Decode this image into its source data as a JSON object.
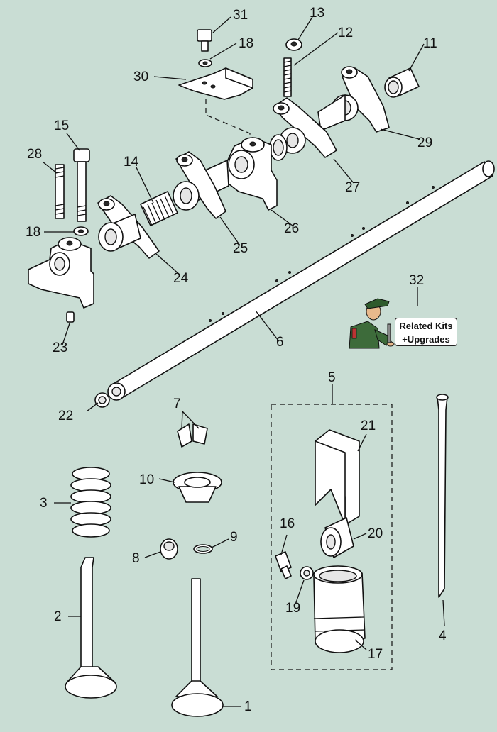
{
  "callouts": {
    "c1": "1",
    "c2": "2",
    "c3": "3",
    "c4": "4",
    "c5": "5",
    "c6": "6",
    "c7": "7",
    "c8": "8",
    "c9": "9",
    "c10": "10",
    "c11": "11",
    "c12": "12",
    "c13": "13",
    "c14": "14",
    "c15": "15",
    "c16": "16",
    "c17": "17",
    "c18a": "18",
    "c18b": "18",
    "c19": "19",
    "c20": "20",
    "c21": "21",
    "c22": "22",
    "c23": "23",
    "c24": "24",
    "c25": "25",
    "c26": "26",
    "c27": "27",
    "c28": "28",
    "c29": "29",
    "c30": "30",
    "c31": "31",
    "c32": "32"
  },
  "kit_button": {
    "line1": "Related Kits",
    "line2": "+Upgrades"
  },
  "colors": {
    "background": "#c9ddd4",
    "line": "#111111",
    "part_fill": "#ffffff",
    "mechanic_shirt": "#3d6b3a"
  }
}
